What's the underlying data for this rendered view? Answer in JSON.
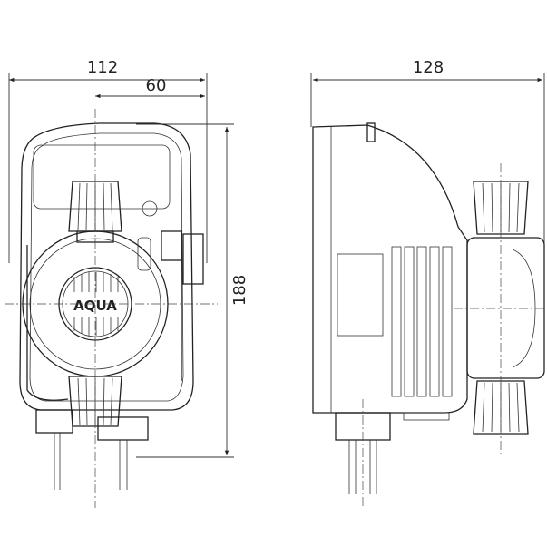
{
  "dimensions": {
    "front_width": "112",
    "front_offset": "60",
    "front_height": "188",
    "side_width": "128"
  },
  "logo": "AQUA"
}
